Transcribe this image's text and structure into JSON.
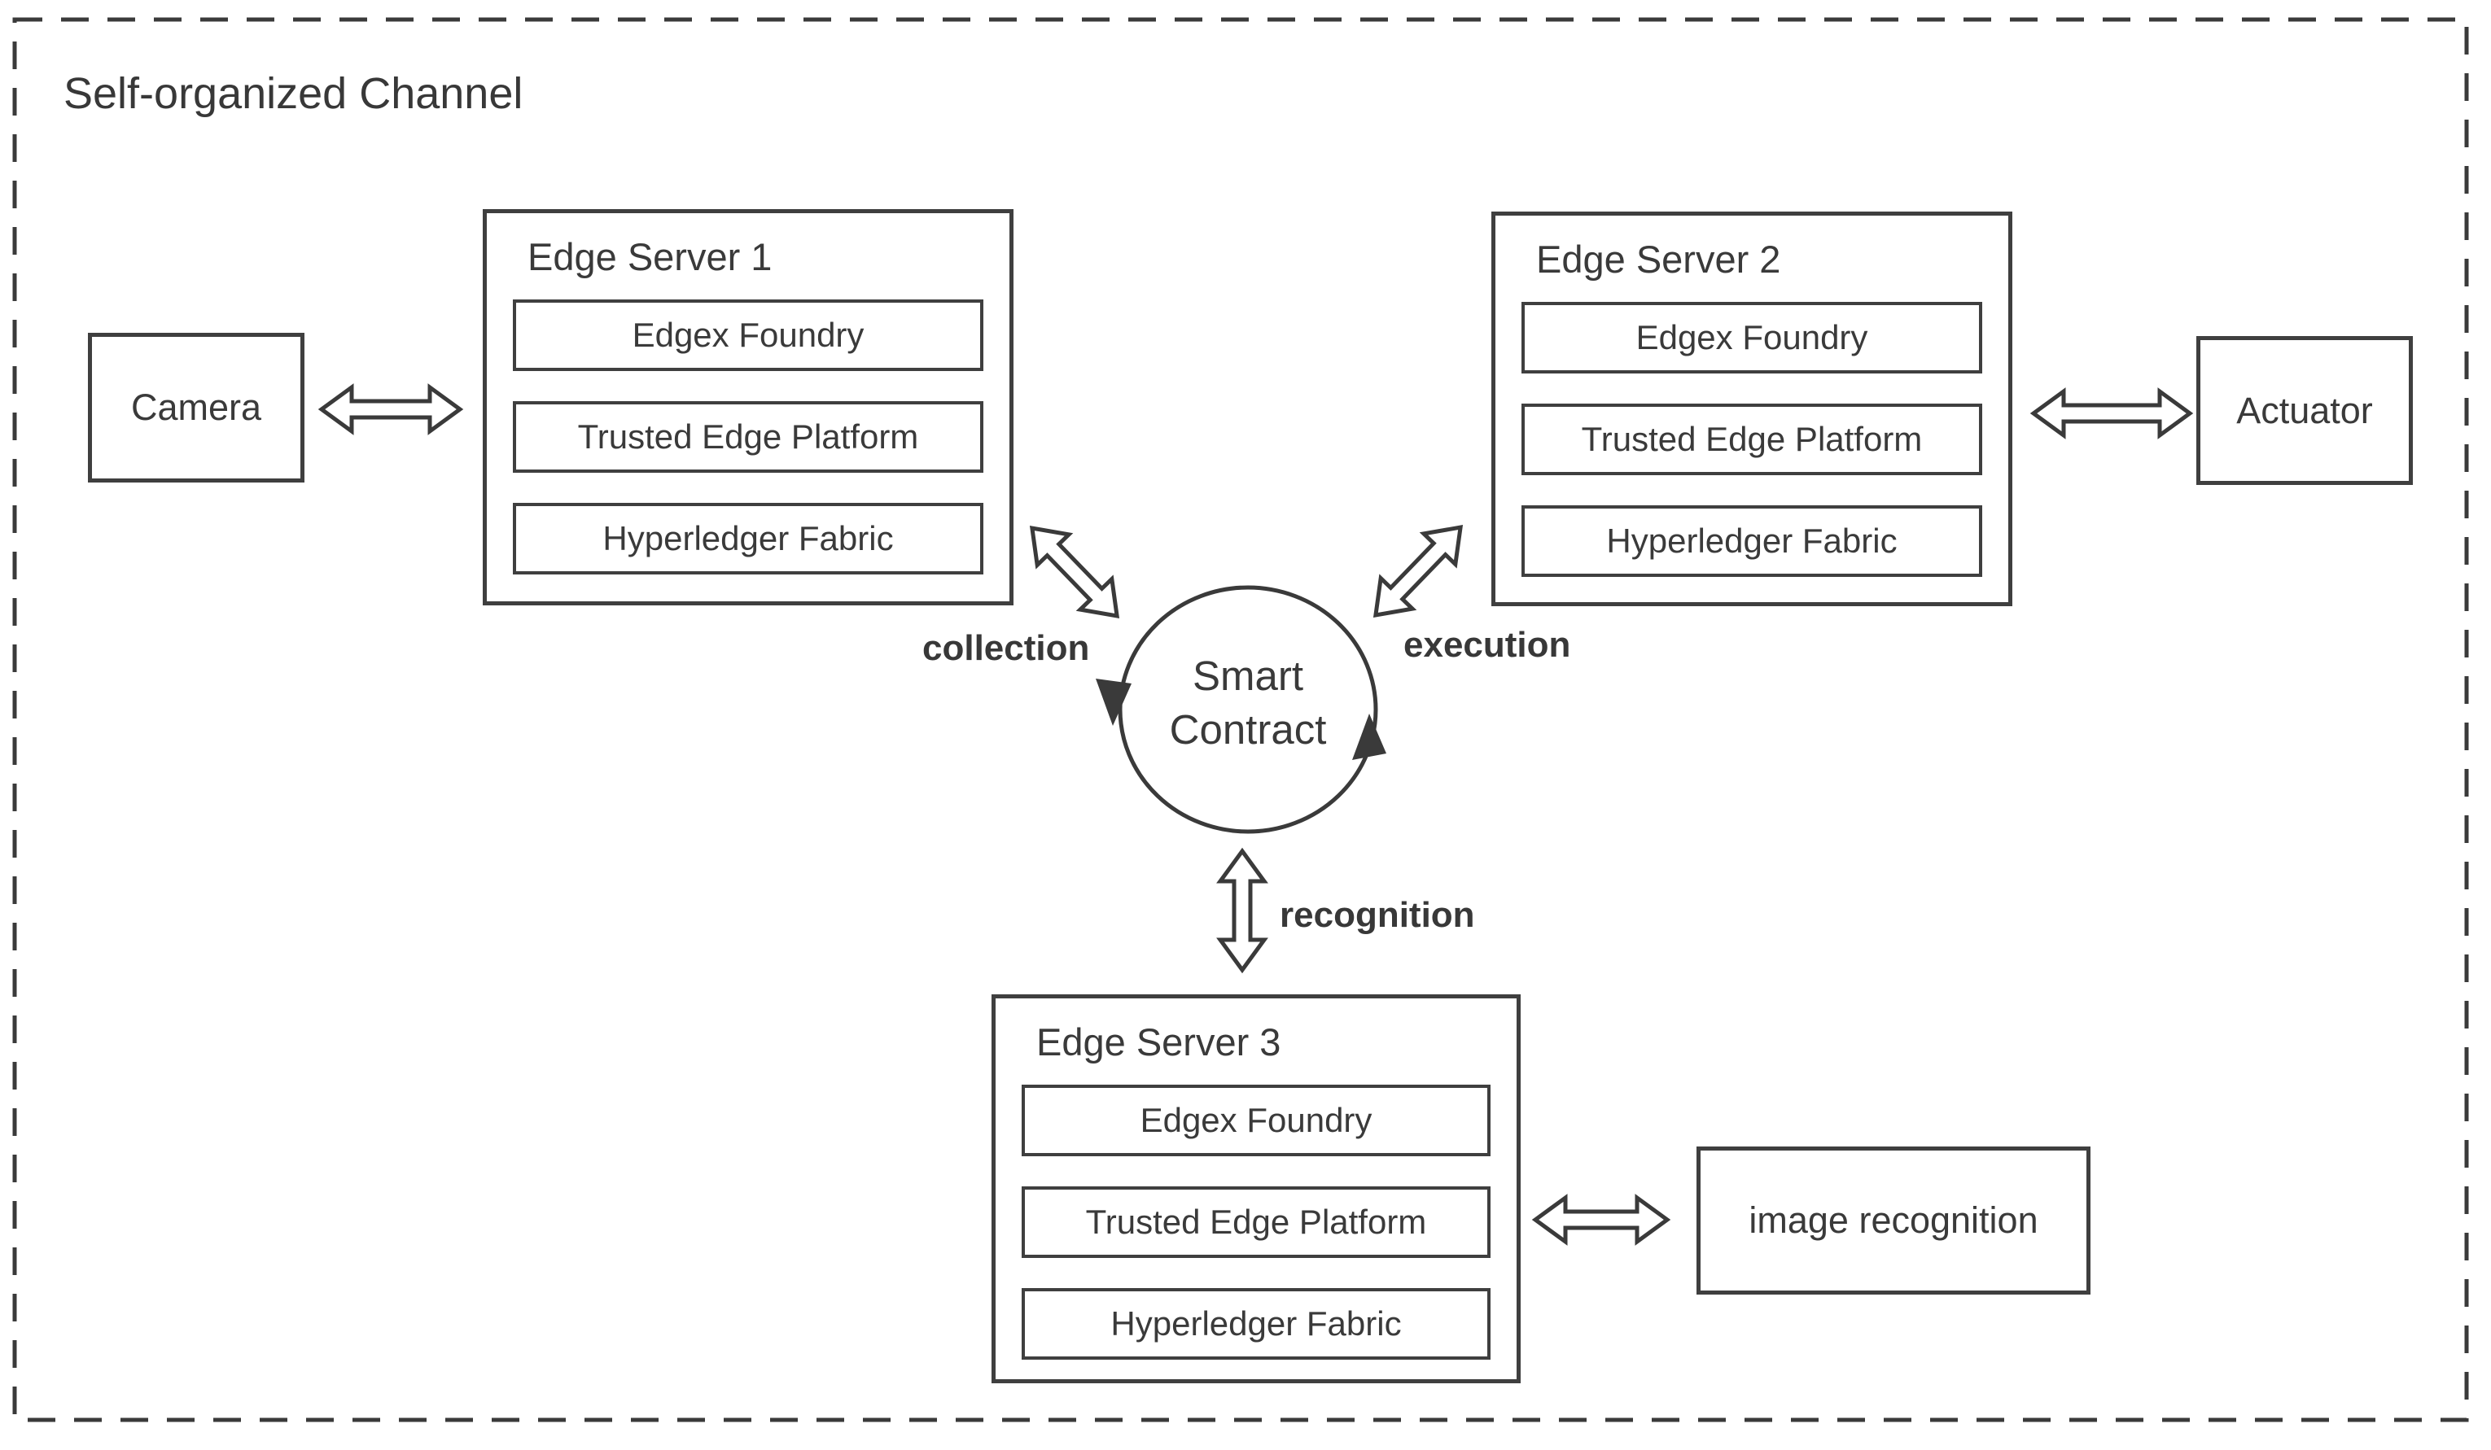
{
  "colors": {
    "outline": "#3a3a3a",
    "text": "#3a3a3a",
    "background": "#ffffff"
  },
  "channel": {
    "title": "Self-organized Channel"
  },
  "edge_servers": [
    {
      "title": "Edge Server 1",
      "layers": [
        "Edgex Foundry",
        "Trusted Edge Platform",
        "Hyperledger Fabric"
      ]
    },
    {
      "title": "Edge Server 2",
      "layers": [
        "Edgex Foundry",
        "Trusted Edge Platform",
        "Hyperledger Fabric"
      ]
    },
    {
      "title": "Edge Server 3",
      "layers": [
        "Edgex Foundry",
        "Trusted Edge Platform",
        "Hyperledger Fabric"
      ]
    }
  ],
  "devices": {
    "camera": "Camera",
    "actuator": "Actuator",
    "image_recognition": "image recognition"
  },
  "smart_contract": {
    "line1": "Smart",
    "line2": "Contract"
  },
  "flow_labels": {
    "collection": "collection",
    "execution": "execution",
    "recognition": "recognition"
  }
}
